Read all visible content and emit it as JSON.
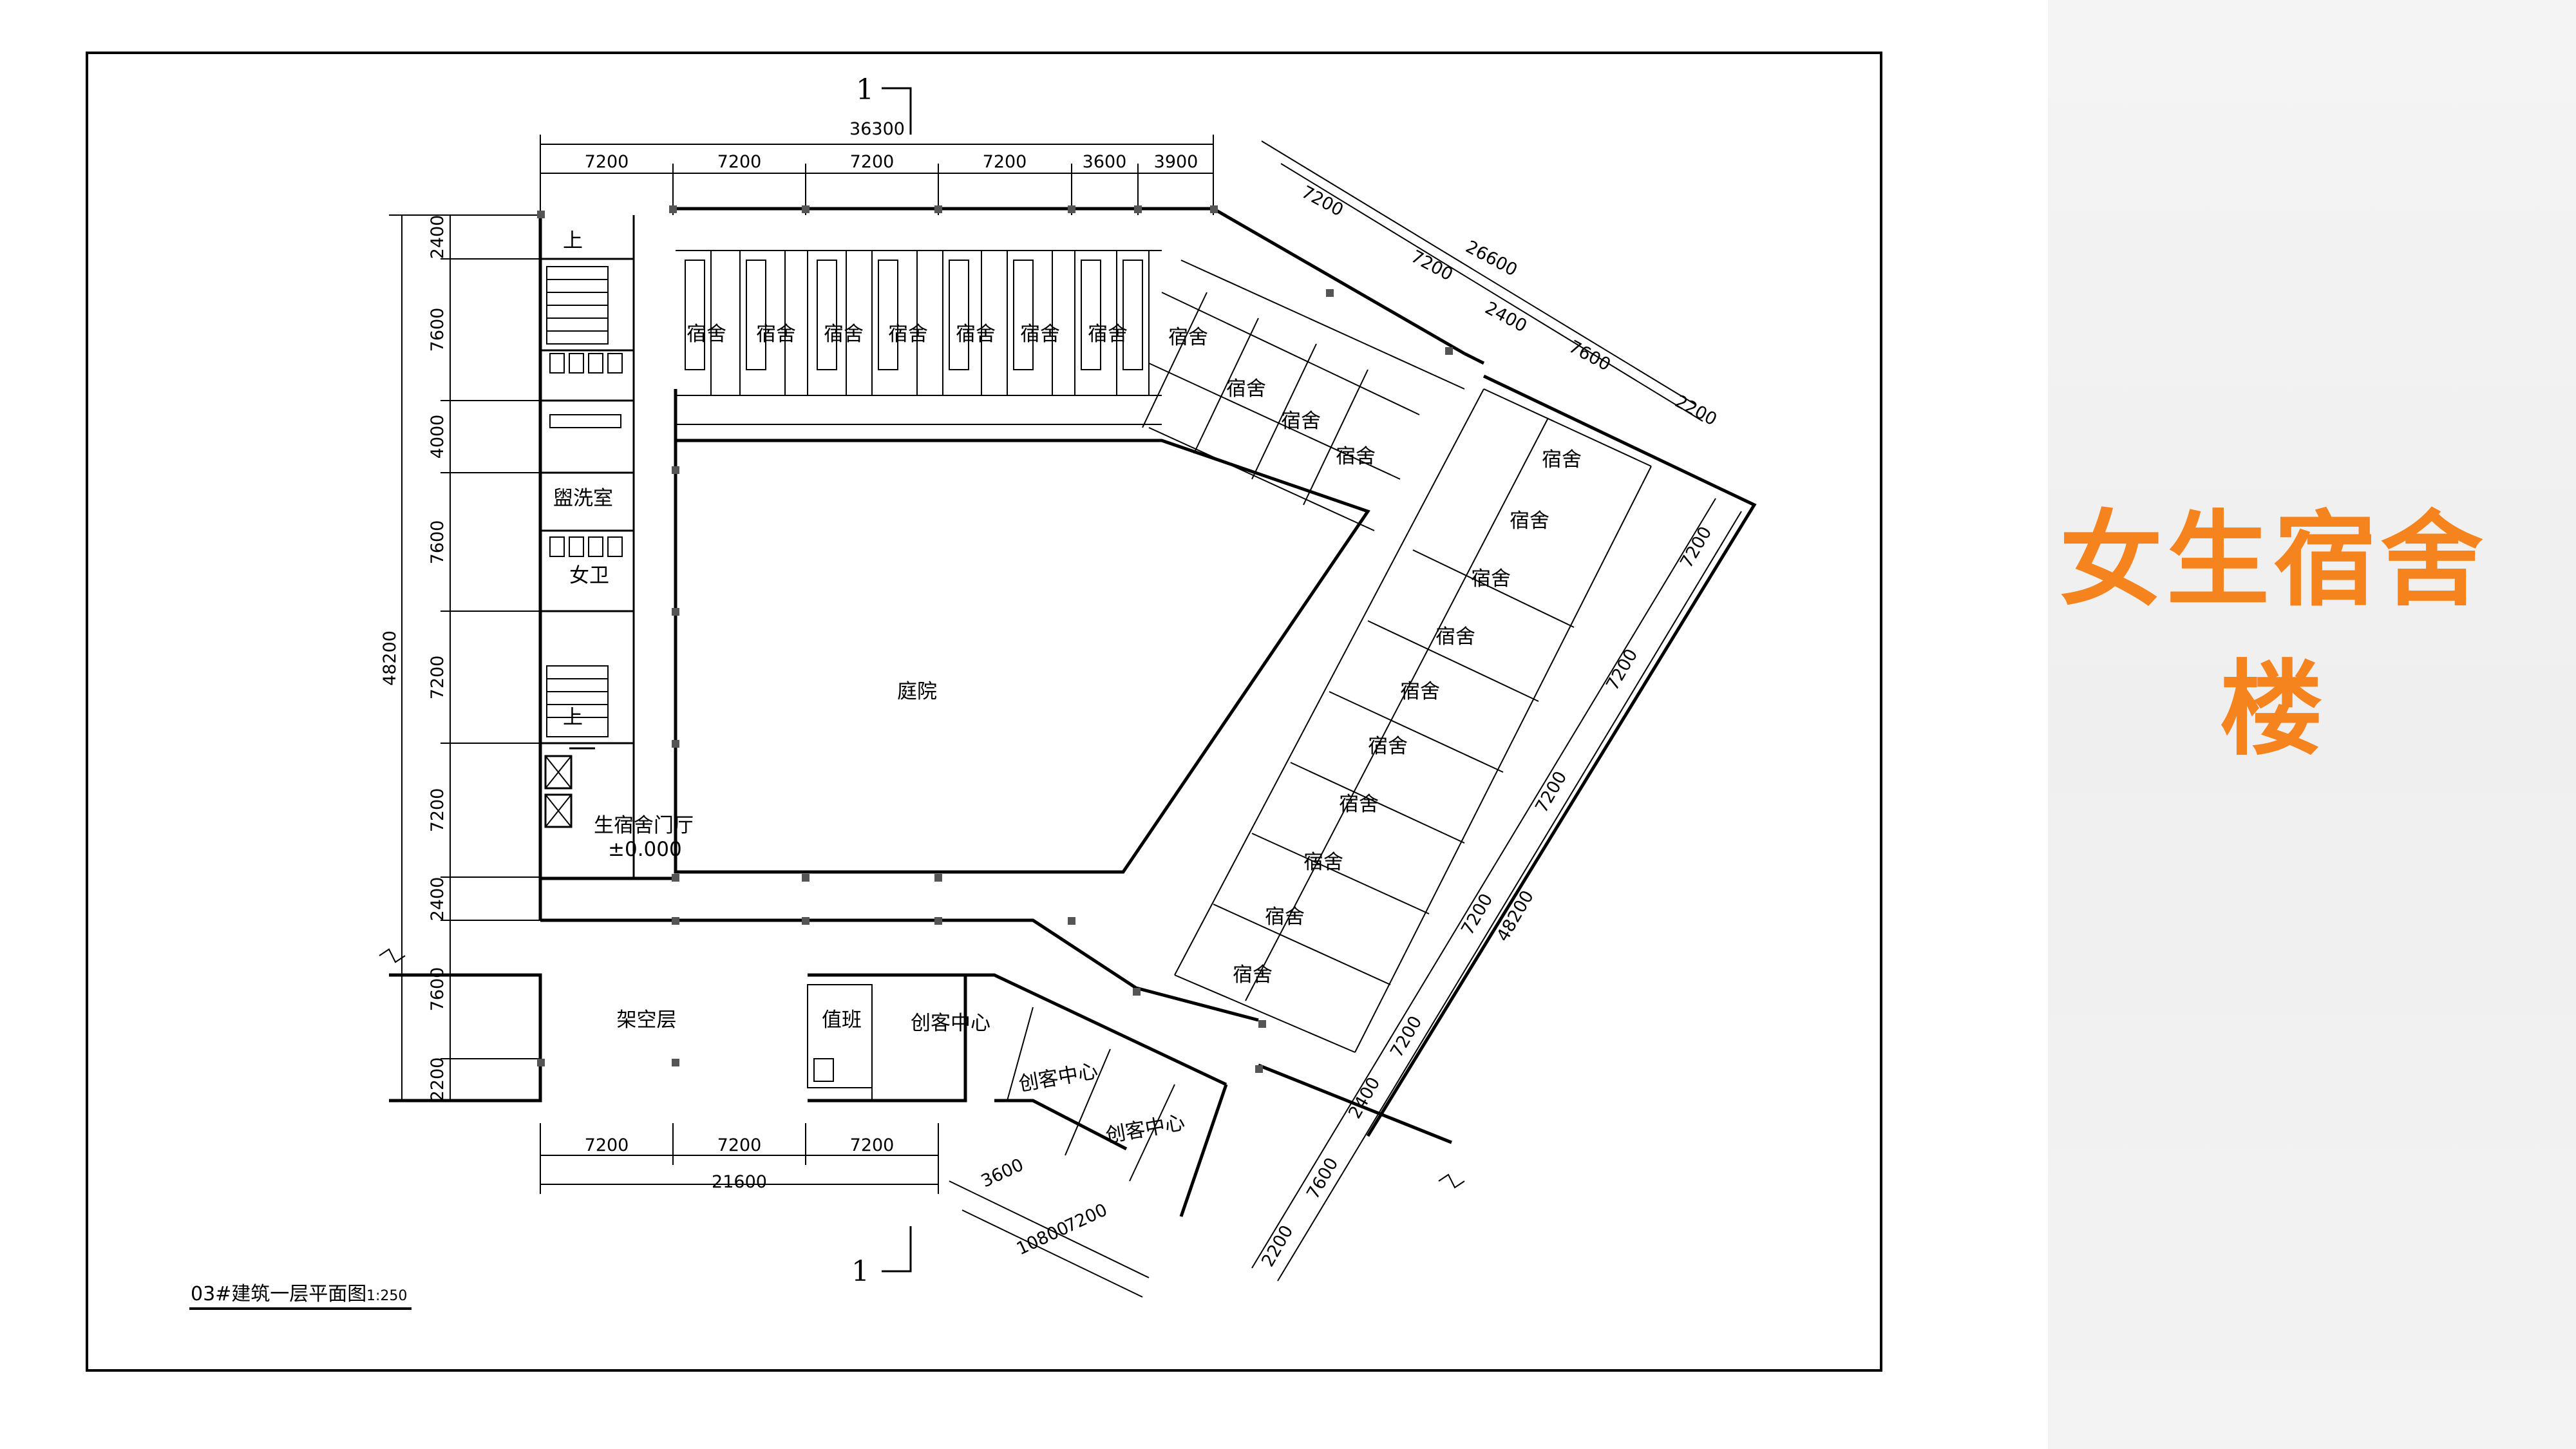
{
  "slide": {
    "title": "女生宿舍楼"
  },
  "plan": {
    "caption": "03#建筑一层平面图",
    "scale": "1:250",
    "section_marker": "1",
    "rooms": {
      "courtyard": "庭院",
      "dorm": "宿舍",
      "washroom": "盥洗室",
      "womens_toilet": "女卫",
      "stair_up": "上",
      "lobby": "生宿舍门厅",
      "elevation": "±0.000",
      "pilotis": "架空层",
      "duty": "值班",
      "maker": "创客中心"
    },
    "dimensions": {
      "top_total": "36300",
      "top_bays": [
        "7200",
        "7200",
        "7200",
        "7200",
        "3600",
        "3900"
      ],
      "left_total": "48200",
      "left_bays": [
        "2400",
        "7600",
        "4000",
        "7600",
        "7200",
        "7200",
        "2400",
        "7600",
        "2200"
      ],
      "bottom_total": "21600",
      "bottom_bays": [
        "7200",
        "7200",
        "7200"
      ],
      "diag_top_total": "26600",
      "diag_top_bays": [
        "7200",
        "7200",
        "2400",
        "7600",
        "2200"
      ],
      "right_total": "48200",
      "right_bays": [
        "7200",
        "7200",
        "7200",
        "7200",
        "7200",
        "2400",
        "7600",
        "2200"
      ],
      "diag_bottom_total": "10800",
      "diag_bottom_bays": [
        "3600",
        "7200"
      ]
    }
  },
  "colors": {
    "title": "#f5841f",
    "line": "#000000",
    "panel": "#f2f2f2"
  }
}
